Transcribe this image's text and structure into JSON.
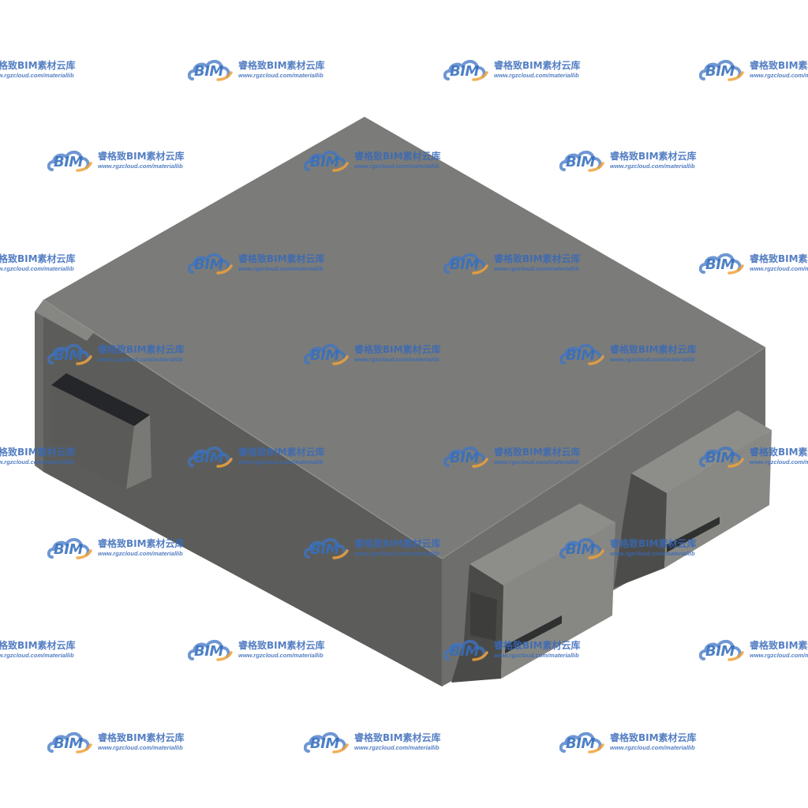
{
  "watermark": {
    "logo_text": "BIM",
    "name": "睿格致BIM素材云库",
    "url": "www.rgzcloud.com/materiallib",
    "colors": {
      "blue": "#3f74c4",
      "orange": "#f0a23a"
    }
  },
  "model": {
    "description_icon": "rectangular-block-icon",
    "colors": {
      "top": "#7b7c79",
      "front_left": "#5f605d",
      "front_right": "#71726f",
      "dark_slot": "#2a2b2e",
      "tab_face": "#8a8b87"
    }
  }
}
